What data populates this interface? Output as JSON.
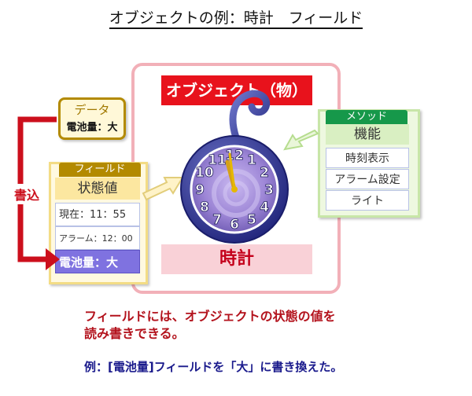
{
  "title": "オブジェクトの例：時計　フィールド",
  "object": {
    "header": "オブジェクト（物）",
    "label": "時計"
  },
  "data": {
    "title": "データ",
    "value": "電池量：大"
  },
  "field": {
    "tab": "フィールド",
    "head": "状態値",
    "rows": [
      "現在：11：55",
      "アラーム：12：00",
      "電池量：大"
    ]
  },
  "method": {
    "tab": "メソッド",
    "head": "機能",
    "rows": [
      "時刻表示",
      "アラーム設定",
      "ライト"
    ]
  },
  "write_label": "書込",
  "description": [
    "フィールドには、オブジェクトの状態の値を",
    "読み書きできる。"
  ],
  "example": "例：[電池量]フィールドを「大」に書き換えた。",
  "clock": {
    "numbers": [
      "12",
      "1",
      "2",
      "3",
      "4",
      "5",
      "6",
      "7",
      "8",
      "9",
      "10",
      "11"
    ]
  },
  "colors": {
    "object_header": "#e8121c",
    "object_frame": "#f2b0b8",
    "data_border": "#b38a00",
    "method_tab": "#16984a",
    "highlight_row": "#7f72e0",
    "write_arrow": "#cc0f1c"
  }
}
